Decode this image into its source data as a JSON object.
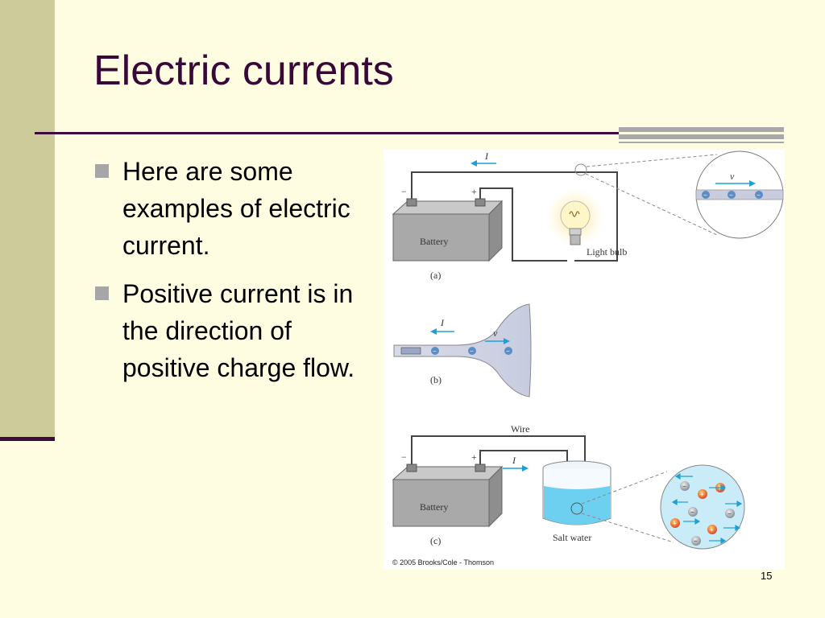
{
  "slide": {
    "title": "Electric currents",
    "bullets": [
      "Here are some examples of electric current.",
      "Positive current is in the direction of positive charge flow."
    ],
    "page_number": "15"
  },
  "figure": {
    "panel_a": {
      "current_symbol": "I",
      "velocity_symbol": "v",
      "minus": "−",
      "plus": "+",
      "battery_label": "Battery",
      "bulb_label": "Light bulb",
      "caption": "(a)",
      "charge_sign": "−"
    },
    "panel_b": {
      "current_symbol": "I",
      "velocity_symbol": "v",
      "caption": "(b)",
      "charge_sign": "−"
    },
    "panel_c": {
      "wire_label": "Wire",
      "current_symbol": "I",
      "minus": "−",
      "plus": "+",
      "battery_label": "Battery",
      "salt_water_label": "Salt water",
      "caption": "(c)",
      "pos_sign": "+",
      "neg_sign": "−"
    },
    "copyright": "© 2005 Brooks/Cole - Thomson"
  },
  "colors": {
    "title": "#380838",
    "background": "#fffde1",
    "accent_band": "#cdcb9a",
    "arrow_blue": "#1ea0d6",
    "negative_ion": "#9aa0a6",
    "positive_ion": "#e65a2a"
  }
}
